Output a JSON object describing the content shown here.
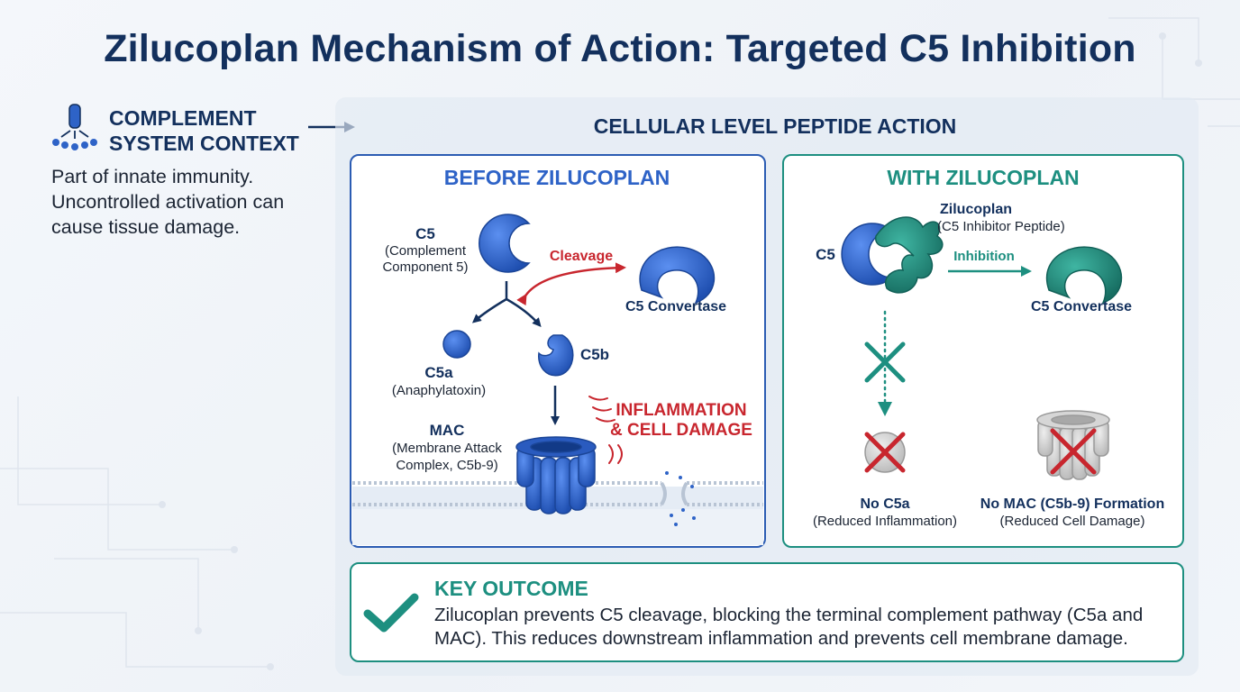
{
  "title": "Zilucoplan Mechanism of Action: Targeted C5 Inhibition",
  "context": {
    "title_line1": "COMPLEMENT",
    "title_line2": "SYSTEM CONTEXT",
    "body": "Part of innate immunity. Uncontrolled activation can cause tissue damage."
  },
  "cellular": {
    "title": "CELLULAR LEVEL PEPTIDE ACTION",
    "before": {
      "title": "BEFORE ZILUCOPLAN",
      "c5_label": "C5",
      "c5_sub1": "(Complement",
      "c5_sub2": "Component 5)",
      "cleavage": "Cleavage",
      "convertase": "C5 Convertase",
      "c5a_label": "C5a",
      "c5a_sub": "(Anaphylatoxin)",
      "c5b_label": "C5b",
      "mac_label": "MAC",
      "mac_sub1": "(Membrane Attack",
      "mac_sub2": "Complex, C5b-9)",
      "inflammation1": "INFLAMMATION",
      "inflammation2": "& CELL DAMAGE"
    },
    "with": {
      "title": "WITH ZILUCOPLAN",
      "c5_label": "C5",
      "zilu_label": "Zilucoplan",
      "zilu_sub": "(C5 Inhibitor Peptide)",
      "inhibition": "Inhibition",
      "convertase": "C5 Convertase",
      "no_c5a": "No C5a",
      "no_c5a_sub": "(Reduced Inflammation)",
      "no_mac": "No MAC (C5b-9) Formation",
      "no_mac_sub": "(Reduced Cell Damage)"
    }
  },
  "outcome": {
    "title": "KEY OUTCOME",
    "body": "Zilucoplan prevents C5 cleavage, blocking the terminal complement pathway (C5a and MAC). This reduces downstream inflammation and prevents cell membrane damage."
  },
  "colors": {
    "navy": "#13305d",
    "blue": "#2e63c7",
    "teal": "#1d8f80",
    "red": "#c8262e"
  }
}
